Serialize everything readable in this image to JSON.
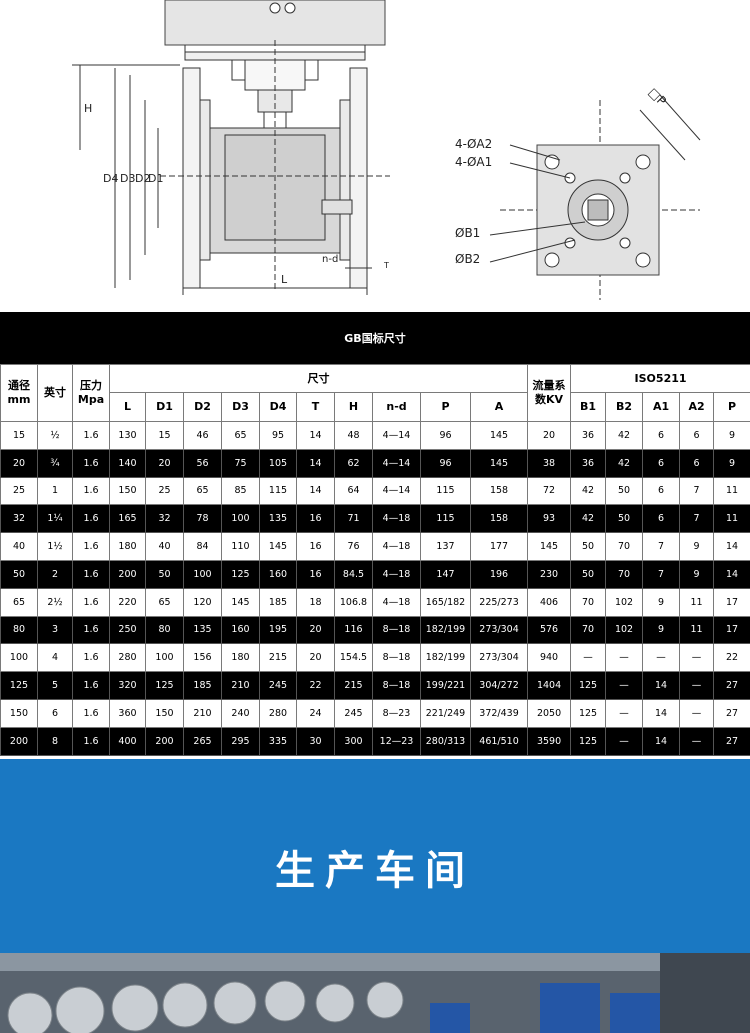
{
  "drawing": {
    "side_labels": [
      "H",
      "D4",
      "D3",
      "D2",
      "D1",
      "L",
      "n-d",
      "T"
    ],
    "top_labels": [
      "4-ØA2",
      "4-ØA1",
      "ØB1",
      "ØB2",
      "□P"
    ]
  },
  "table": {
    "title": "GB国标尺寸",
    "headers": {
      "dn": "通径\nmm",
      "inch": "英寸",
      "pressure": "压力\nMpa",
      "size": "尺寸",
      "flow": "流量系\n数KV",
      "iso": "ISO5211"
    },
    "size_columns": [
      "L",
      "D1",
      "D2",
      "D3",
      "D4",
      "T",
      "H",
      "n-d",
      "P",
      "A"
    ],
    "iso_columns": [
      "B1",
      "B2",
      "A1",
      "A2",
      "P"
    ],
    "rows": [
      [
        "15",
        "½",
        "1.6",
        "130",
        "15",
        "46",
        "65",
        "95",
        "14",
        "48",
        "4—14",
        "96",
        "145",
        "20",
        "36",
        "42",
        "6",
        "6",
        "9"
      ],
      [
        "20",
        "¾",
        "1.6",
        "140",
        "20",
        "56",
        "75",
        "105",
        "14",
        "62",
        "4—14",
        "96",
        "145",
        "38",
        "36",
        "42",
        "6",
        "6",
        "9"
      ],
      [
        "25",
        "1",
        "1.6",
        "150",
        "25",
        "65",
        "85",
        "115",
        "14",
        "64",
        "4—14",
        "115",
        "158",
        "72",
        "42",
        "50",
        "6",
        "7",
        "11"
      ],
      [
        "32",
        "1¼",
        "1.6",
        "165",
        "32",
        "78",
        "100",
        "135",
        "16",
        "71",
        "4—18",
        "115",
        "158",
        "93",
        "42",
        "50",
        "6",
        "7",
        "11"
      ],
      [
        "40",
        "1½",
        "1.6",
        "180",
        "40",
        "84",
        "110",
        "145",
        "16",
        "76",
        "4—18",
        "137",
        "177",
        "145",
        "50",
        "70",
        "7",
        "9",
        "14"
      ],
      [
        "50",
        "2",
        "1.6",
        "200",
        "50",
        "100",
        "125",
        "160",
        "16",
        "84.5",
        "4—18",
        "147",
        "196",
        "230",
        "50",
        "70",
        "7",
        "9",
        "14"
      ],
      [
        "65",
        "2½",
        "1.6",
        "220",
        "65",
        "120",
        "145",
        "185",
        "18",
        "106.8",
        "4—18",
        "165/182",
        "225/273",
        "406",
        "70",
        "102",
        "9",
        "11",
        "17"
      ],
      [
        "80",
        "3",
        "1.6",
        "250",
        "80",
        "135",
        "160",
        "195",
        "20",
        "116",
        "8—18",
        "182/199",
        "273/304",
        "576",
        "70",
        "102",
        "9",
        "11",
        "17"
      ],
      [
        "100",
        "4",
        "1.6",
        "280",
        "100",
        "156",
        "180",
        "215",
        "20",
        "154.5",
        "8—18",
        "182/199",
        "273/304",
        "940",
        "—",
        "—",
        "—",
        "—",
        "22"
      ],
      [
        "125",
        "5",
        "1.6",
        "320",
        "125",
        "185",
        "210",
        "245",
        "22",
        "215",
        "8—18",
        "199/221",
        "304/272",
        "1404",
        "125",
        "—",
        "14",
        "—",
        "27"
      ],
      [
        "150",
        "6",
        "1.6",
        "360",
        "150",
        "210",
        "240",
        "280",
        "24",
        "245",
        "8—23",
        "221/249",
        "372/439",
        "2050",
        "125",
        "—",
        "14",
        "—",
        "27"
      ],
      [
        "200",
        "8",
        "1.6",
        "400",
        "200",
        "265",
        "295",
        "335",
        "30",
        "300",
        "12—23",
        "280/313",
        "461/510",
        "3590",
        "125",
        "—",
        "14",
        "—",
        "27"
      ]
    ],
    "row_styles": [
      "light",
      "dark",
      "light",
      "dark",
      "light",
      "dark",
      "light",
      "dark",
      "light",
      "dark",
      "light",
      "dark"
    ]
  },
  "section": {
    "title": "生产车间"
  },
  "colors": {
    "band": "#1a78c2",
    "dark_row": "#000000"
  }
}
